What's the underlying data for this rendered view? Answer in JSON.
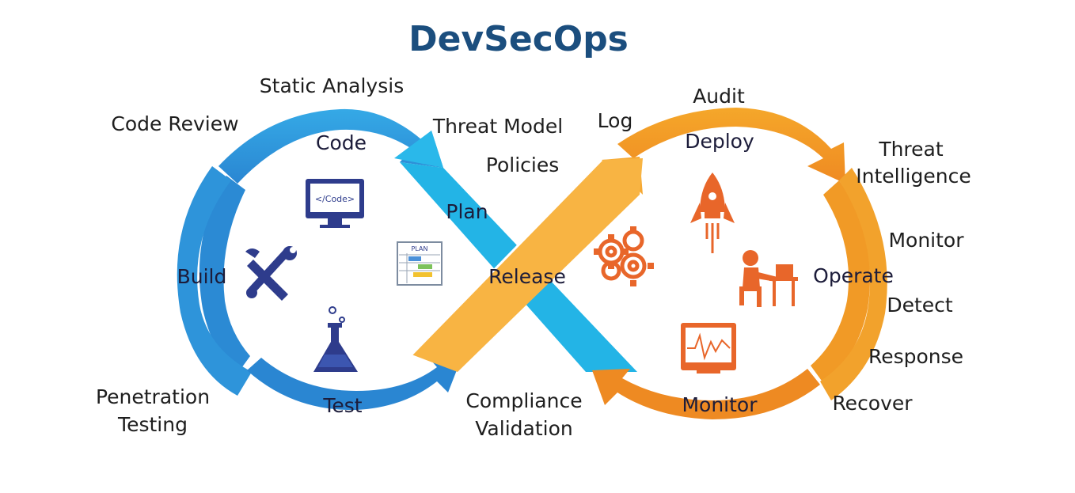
{
  "title": "DevSecOps",
  "colors": {
    "title": "#1b4e7e",
    "blue_dark": "#2e8fd8",
    "blue_light": "#22b5e6",
    "orange_dark": "#f0962a",
    "orange_light": "#f7ae3a",
    "icon_navy": "#2e3c8c",
    "icon_orange": "#e8662a"
  },
  "stages": {
    "code": "Code",
    "plan": "Plan",
    "build": "Build",
    "test": "Test",
    "release": "Release",
    "deploy": "Deploy",
    "operate": "Operate",
    "monitor": "Monitor"
  },
  "practices": {
    "static_analysis": "Static Analysis",
    "code_review": "Code Review",
    "threat_model": "Threat Model",
    "policies": "Policies",
    "log": "Log",
    "audit": "Audit",
    "threat_intelligence": [
      "Threat",
      "Intelligence"
    ],
    "monitor": "Monitor",
    "detect": "Detect",
    "response": "Response",
    "recover": "Recover",
    "penetration_testing": [
      "Penetration",
      "Testing"
    ],
    "compliance_validation": [
      "Compliance",
      "Validation"
    ]
  },
  "icons": {
    "code_screen_text": "</Code>",
    "plan_chart_text": "PLAN",
    "list": [
      "monitor-code-icon",
      "plan-chart-icon",
      "wrench-screwdriver-icon",
      "flask-icon",
      "gears-icon",
      "rocket-icon",
      "person-at-desk-icon",
      "screen-graph-icon"
    ]
  }
}
